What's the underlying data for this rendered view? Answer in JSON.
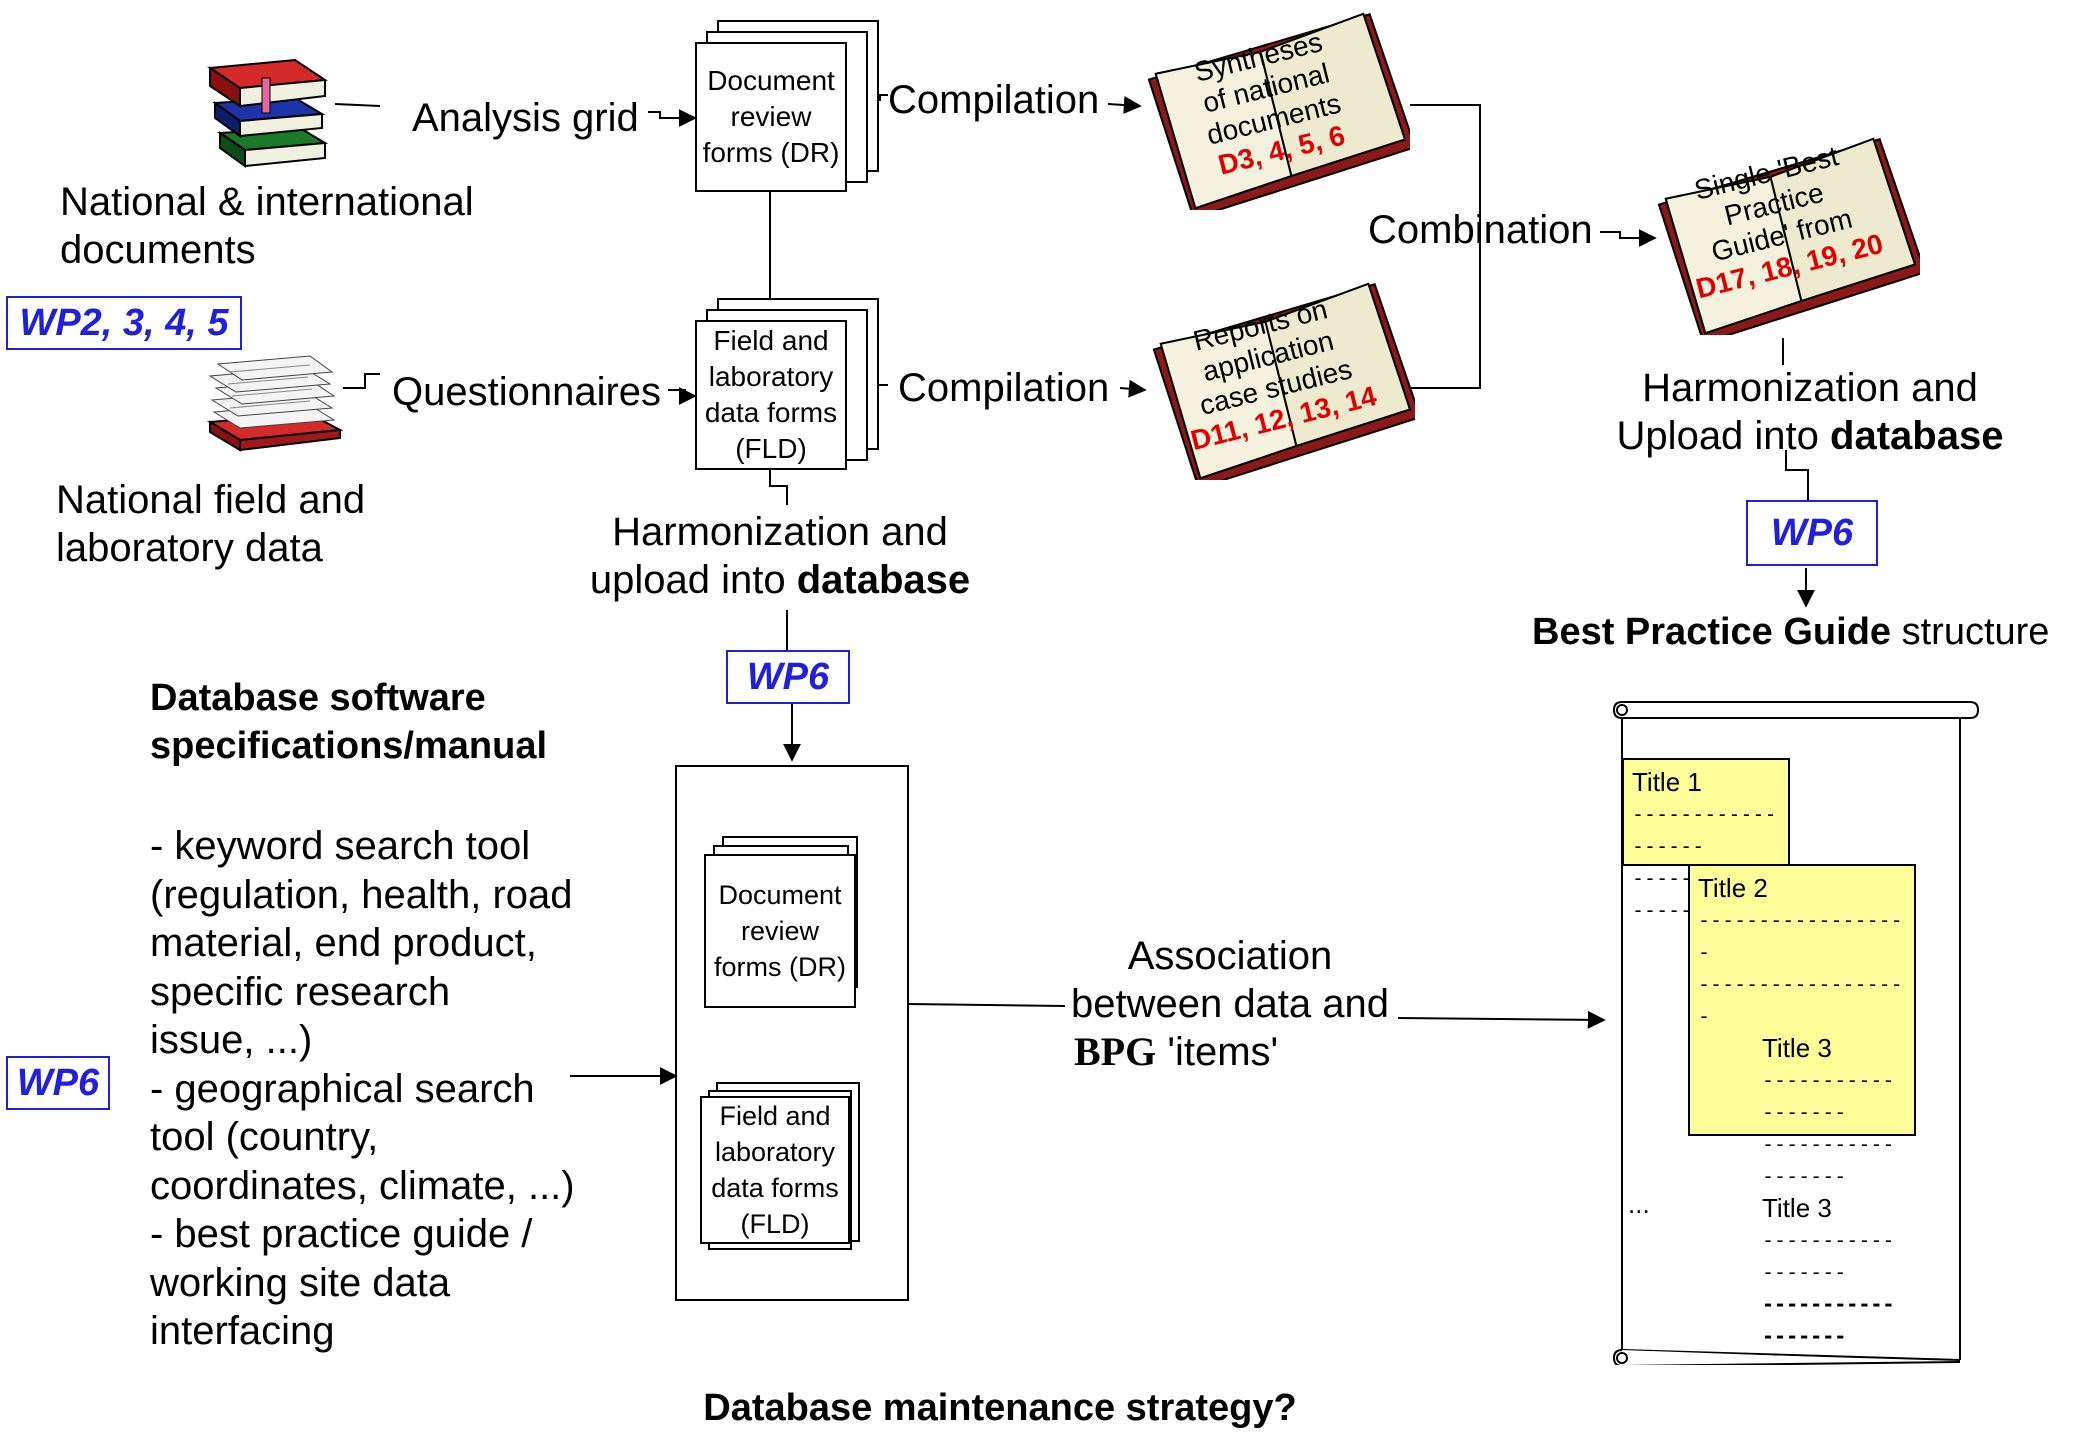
{
  "top_left": {
    "docs_label": "National & international\ndocuments",
    "analysis_grid": "Analysis grid",
    "field_label": "National field and\nlaboratory data",
    "questionnaires": "Questionnaires",
    "wp_label": "WP2, 3, 4, 5"
  },
  "forms": {
    "dr": "Document review forms (DR)",
    "fld": "Field and laboratory data forms (FLD)"
  },
  "flow": {
    "compilation_1": "Compilation",
    "compilation_2": "Compilation",
    "combination": "Combination",
    "harmonization_left_1": "Harmonization and",
    "harmonization_left_2a": "upload into ",
    "harmonization_left_2b": "database",
    "harmonization_right_1": "Harmonization and",
    "harmonization_right_2a": "Upload into ",
    "harmonization_right_2b": "database",
    "wp6_center": "WP6",
    "wp6_right": "WP6",
    "wp6_left": "WP6"
  },
  "books": {
    "syntheses_lines": [
      "Syntheses",
      "of national",
      "documents"
    ],
    "syntheses_ids": "D3, 4, 5, 6",
    "reports_lines": [
      "Reports on",
      "application",
      "case studies"
    ],
    "reports_ids": "D11, 12, 13, 14",
    "guide_lines": [
      "Single 'Best",
      "Practice",
      "Guide' from"
    ],
    "guide_ids": "D17, 18, 19, 20"
  },
  "bpg": {
    "title_bold": "Best Practice Guide",
    "title_rest": " structure",
    "titles": [
      "Title 1",
      "Title 2",
      "Title 3",
      "Title 3"
    ],
    "dashes": "------------------",
    "ellipsis": "..."
  },
  "db": {
    "heading_1": "Database software",
    "heading_2": "specifications/manual",
    "items": [
      "- keyword search tool",
      "(regulation, health, road",
      "material, end product,",
      "specific research",
      "issue, ...)",
      "- geographical search",
      "tool (country,",
      "coordinates, climate, ...)",
      "- best practice guide /",
      "working site data",
      "interfacing"
    ],
    "inner_dr": "Document review forms (DR)",
    "inner_fld": "Field and laboratory data forms (FLD)"
  },
  "association": {
    "line1": "Association",
    "line2": "between data and",
    "line3a": "BPG",
    "line3b": " 'items'"
  },
  "footer": "Database maintenance strategy?",
  "colors": {
    "wp_blue": "#1f1fdc",
    "red_ids": "#e00000",
    "note_yellow": "#ffff99"
  },
  "icons": [
    "books-icon",
    "papers-icon",
    "open-book-icon",
    "scroll-icon"
  ]
}
